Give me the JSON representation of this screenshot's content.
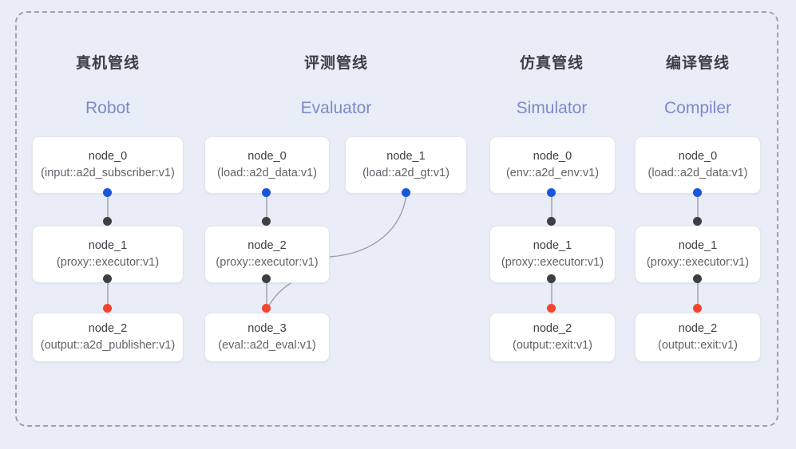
{
  "diagram": {
    "frame_style": "dashed-rounded-rectangle",
    "background_color": "#e9edf8",
    "accent_colors": {
      "input_port": "#1a56db",
      "middle_port": "#3c4043",
      "output_port": "#f4442e",
      "title_cn": "#3c4043",
      "title_en": "#7b8bc6",
      "edge": "#9aa0a6",
      "card": "#ffffff",
      "frame_border": "#9aa1ad"
    },
    "columns": [
      {
        "id": "robot",
        "title_cn": "真机管线",
        "title_en": "Robot",
        "nodes": [
          {
            "id": "robot-node-0",
            "name": "node_0",
            "spec": "(input::a2d_subscriber:v1)"
          },
          {
            "id": "robot-node-1",
            "name": "node_1",
            "spec": "(proxy::executor:v1)"
          },
          {
            "id": "robot-node-2",
            "name": "node_2",
            "spec": "(output::a2d_publisher:v1)"
          }
        ]
      },
      {
        "id": "evaluator",
        "title_cn": "评测管线",
        "title_en": "Evaluator",
        "nodes": [
          {
            "id": "evaluator-node-0",
            "name": "node_0",
            "spec": "(load::a2d_data:v1)"
          },
          {
            "id": "evaluator-node-1",
            "name": "node_1",
            "spec": "(load::a2d_gt:v1)"
          },
          {
            "id": "evaluator-node-2",
            "name": "node_2",
            "spec": "(proxy::executor:v1)"
          },
          {
            "id": "evaluator-node-3",
            "name": "node_3",
            "spec": "(eval::a2d_eval:v1)"
          }
        ]
      },
      {
        "id": "simulator",
        "title_cn": "仿真管线",
        "title_en": "Simulator",
        "nodes": [
          {
            "id": "simulator-node-0",
            "name": "node_0",
            "spec": "(env::a2d_env:v1)"
          },
          {
            "id": "simulator-node-1",
            "name": "node_1",
            "spec": "(proxy::executor:v1)"
          },
          {
            "id": "simulator-node-2",
            "name": "node_2",
            "spec": "(output::exit:v1)"
          }
        ]
      },
      {
        "id": "compiler",
        "title_cn": "编译管线",
        "title_en": "Compiler",
        "nodes": [
          {
            "id": "compiler-node-0",
            "name": "node_0",
            "spec": "(load::a2d_data:v1)"
          },
          {
            "id": "compiler-node-1",
            "name": "node_1",
            "spec": "(proxy::executor:v1)"
          },
          {
            "id": "compiler-node-2",
            "name": "node_2",
            "spec": "(output::exit:v1)"
          }
        ]
      }
    ]
  }
}
